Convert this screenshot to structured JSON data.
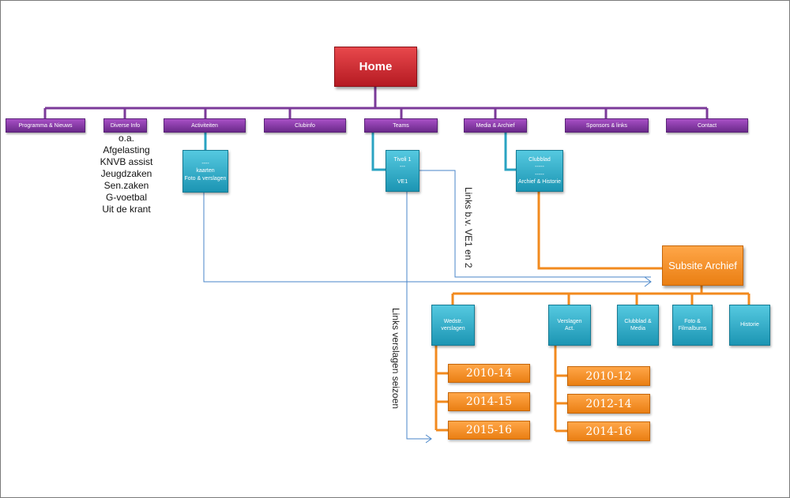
{
  "home": {
    "label": "Home"
  },
  "nav": {
    "programma": "Programma & Nieuws",
    "diverse": "Diverse Info",
    "activiteiten": "Activiteiten",
    "clubinfo": "Clubinfo",
    "teams": "Teams",
    "media": "Media & Archief",
    "sponsors": "Sponsors & links",
    "contact": "Contact"
  },
  "diverse_info_list": [
    "o.a.",
    "Afgelasting",
    "KNVB assist",
    "Jeugdzaken",
    "Sen.zaken",
    "G-voetbal",
    "Uit de krant"
  ],
  "activiteiten_box": [
    "----",
    "kaarten",
    "Foto & verslagen"
  ],
  "teams_box": [
    "Tivoli 1",
    "---",
    "",
    "VE1"
  ],
  "media_box": [
    "Clubblad",
    "-----",
    "-----",
    "Archief & Historie"
  ],
  "subsite": {
    "label": "Subsite Archief"
  },
  "subsite_children": {
    "wedstr": [
      "Wedstr.",
      "verslagen"
    ],
    "verslagen": [
      "Verslagen",
      "Act."
    ],
    "clubblad": [
      "Clubblad  &",
      "Media"
    ],
    "foto": [
      "Foto &",
      "Filmalbums"
    ],
    "historie": [
      "Historie"
    ]
  },
  "wedstr_seasons": [
    "2010-14",
    "2014-15",
    "2015-16"
  ],
  "verslagen_seasons": [
    "2010-12",
    "2012-14",
    "2014-16"
  ],
  "annotations": {
    "links_ve": "Links b.v. VE1 en 2",
    "links_seizoen": "Links verslagen  seizoen"
  },
  "colors": {
    "purple_line": "#7b3a99",
    "orange_line": "#f28a1e",
    "blue_arrow": "#4a86c8"
  }
}
